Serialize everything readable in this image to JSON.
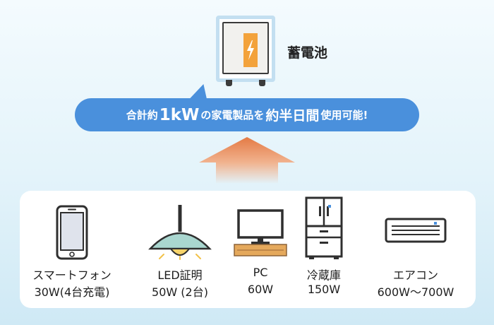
{
  "battery": {
    "label": "蓄電池"
  },
  "message": {
    "p1": "合計約",
    "p2": "1kW",
    "p3": "の家電製品を",
    "p4": "約半日間",
    "p5": "使用可能!"
  },
  "devices": [
    {
      "name": "スマートフォン",
      "watt": "30W(4台充電)",
      "icon": "smartphone-icon"
    },
    {
      "name": "LED証明",
      "watt": "50W (2台)",
      "icon": "pendant-lamp-icon"
    },
    {
      "name": "PC",
      "watt": "60W",
      "icon": "desktop-pc-icon"
    },
    {
      "name": "冷蔵庫",
      "watt": "150W",
      "icon": "refrigerator-icon"
    },
    {
      "name": "エアコン",
      "watt": "600W〜700W",
      "icon": "air-conditioner-icon"
    }
  ],
  "colors": {
    "accent": "#4a90dc",
    "bolt": "#f3a23b",
    "arrow_top": "#e47a45",
    "lamp_shade": "#a9d6cf",
    "wood": "#e5a95c"
  }
}
